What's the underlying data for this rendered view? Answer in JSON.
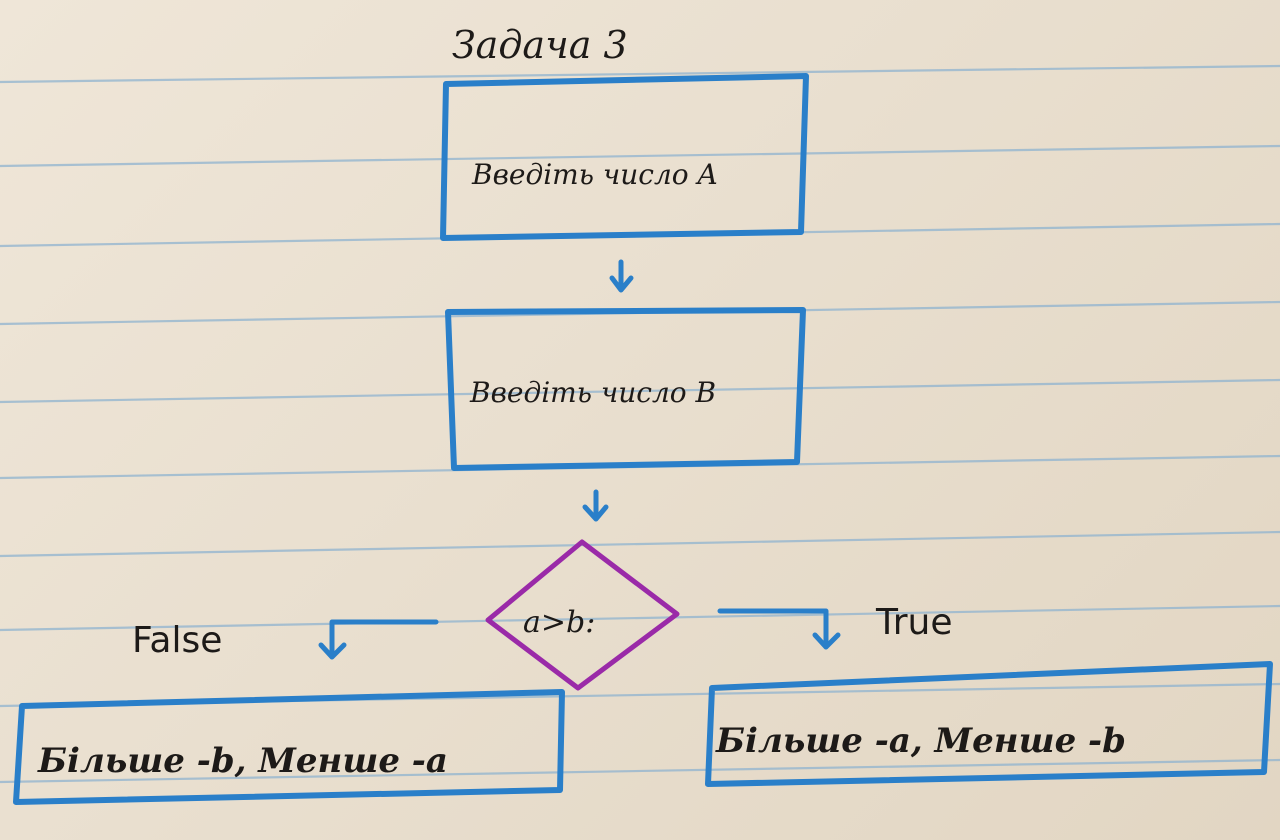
{
  "title": "Задача 3",
  "steps": [
    {
      "id": "input-a",
      "label": "Введіть число A"
    },
    {
      "id": "input-b",
      "label": "Введіть число B"
    }
  ],
  "decision": {
    "condition": "a>b:"
  },
  "branches": {
    "false": {
      "label": "False",
      "result": "Більше -b, Менше -a"
    },
    "true": {
      "label": "True",
      "result": "Більше -a, Менше -b"
    }
  },
  "colors": {
    "box_stroke": "#2a7fc9",
    "decision_stroke": "#9a2aa8",
    "ink": "#1d1a18",
    "paper": "#ece2d3",
    "ruled_line": "#8fb3cf"
  }
}
